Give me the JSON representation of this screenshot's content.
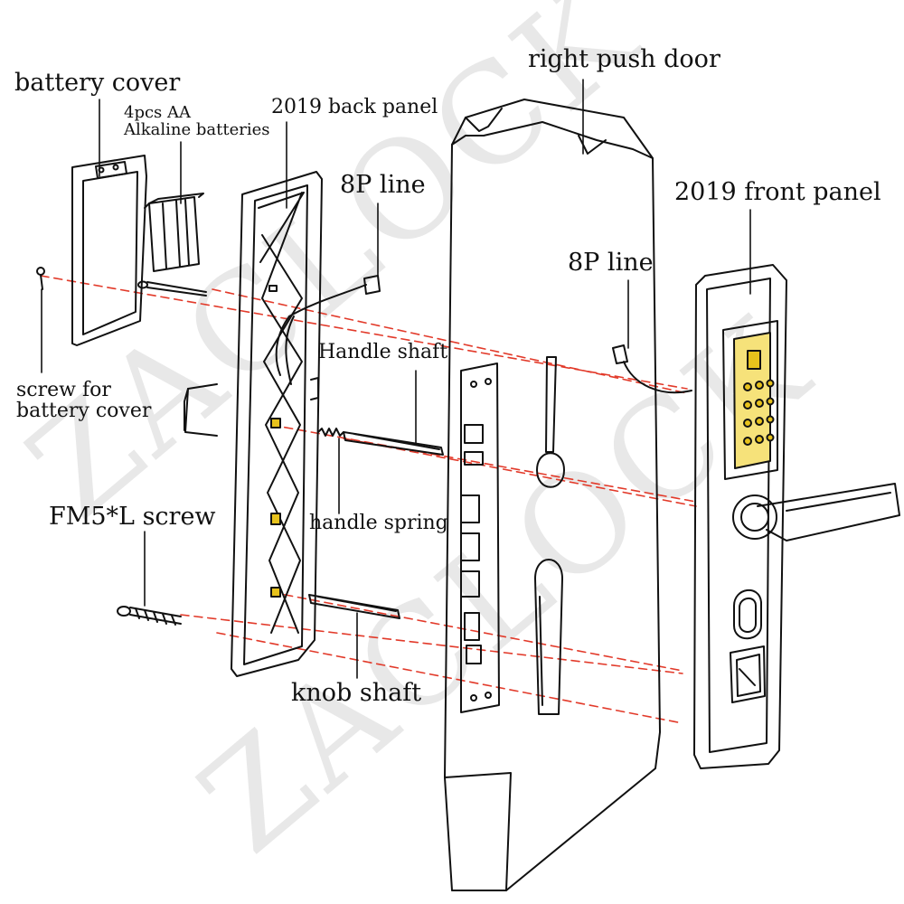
{
  "watermark": {
    "text_1": "ZACLOCK",
    "text_2": "ZACLOCK",
    "color": "#d4d4d4"
  },
  "colors": {
    "line": "#111111",
    "dash": "#e23a2a",
    "gold": "#e7c21c",
    "paper": "#ffffff"
  },
  "labels": {
    "battery_cover": "battery cover",
    "batteries_line1": "4pcs AA",
    "batteries_line2": "Alkaline batteries",
    "back_panel": "2019 back panel",
    "line_8p_back": "8P line",
    "push_door": "right push door",
    "front_panel": "2019 front panel",
    "line_8p_front": "8P line",
    "handle_shaft": "Handle shaft",
    "screw_cover_line1": "screw for",
    "screw_cover_line2": "battery cover",
    "fm_screw": "FM5*L screw",
    "handle_spring": "handle spring",
    "knob_shaft": "knob shaft"
  },
  "icons": [
    "lock-body-icon",
    "keypad-icon",
    "fingerprint-icon",
    "key-hole-icon",
    "handle-icon"
  ]
}
